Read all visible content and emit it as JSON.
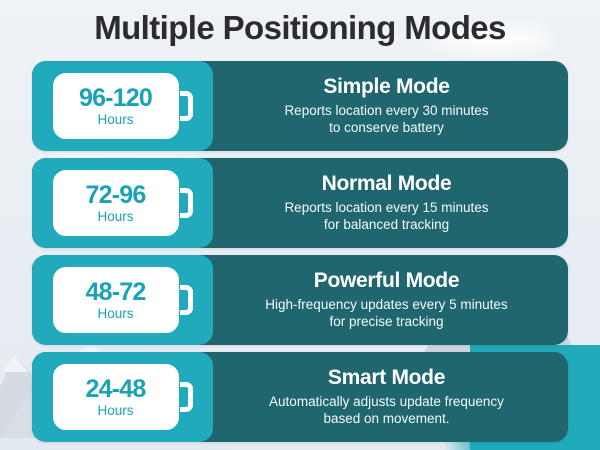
{
  "page": {
    "title": "Multiple Positioning Modes",
    "accent_light": "#21aabb",
    "accent_dark": "#20666e",
    "title_color": "#2c2c2e",
    "background_color": "#edf1f5"
  },
  "hours_unit_label": "Hours",
  "modes": [
    {
      "hours_range": "96-120",
      "hours_unit": "Hours",
      "heading": "Simple Mode",
      "description_line1": "Reports location every 30 minutes",
      "description_line2": "to conserve battery"
    },
    {
      "hours_range": "72-96",
      "hours_unit": "Hours",
      "heading": "Normal Mode",
      "description_line1": "Reports location every 15 minutes",
      "description_line2": "for balanced tracking"
    },
    {
      "hours_range": "48-72",
      "hours_unit": "Hours",
      "heading": "Powerful Mode",
      "description_line1": "High-frequency updates every 5 minutes",
      "description_line2": "for precise tracking"
    },
    {
      "hours_range": "24-48",
      "hours_unit": "Hours",
      "heading": "Smart Mode",
      "description_line1": "Automatically adjusts update frequency",
      "description_line2": "based on movement."
    }
  ]
}
